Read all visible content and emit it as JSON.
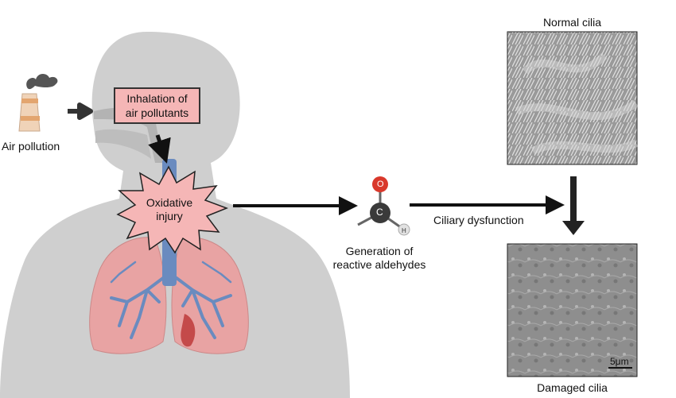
{
  "labels": {
    "air_pollution": "Air pollution",
    "inhalation_line1": "Inhalation of",
    "inhalation_line2": "air pollutants",
    "oxidative_line1": "Oxidative",
    "oxidative_line2": "injury",
    "generation_line1": "Generation of",
    "generation_line2": "reactive aldehydes",
    "ciliary_dysfunction": "Ciliary dysfunction",
    "normal_cilia": "Normal cilia",
    "damaged_cilia": "Damaged cilia",
    "scale_bar": "5μm"
  },
  "molecule": {
    "atoms": [
      {
        "symbol": "O",
        "color": "#d9382b"
      },
      {
        "symbol": "C",
        "color": "#3a3a3a"
      },
      {
        "symbol": "H",
        "color": "#e2e2e2"
      }
    ]
  },
  "colors": {
    "body": "#c9c9c9",
    "lungs": "#e8a3a3",
    "airway": "#6a8bbf",
    "burst": "#f5b6b6",
    "arrow": "#111111"
  }
}
